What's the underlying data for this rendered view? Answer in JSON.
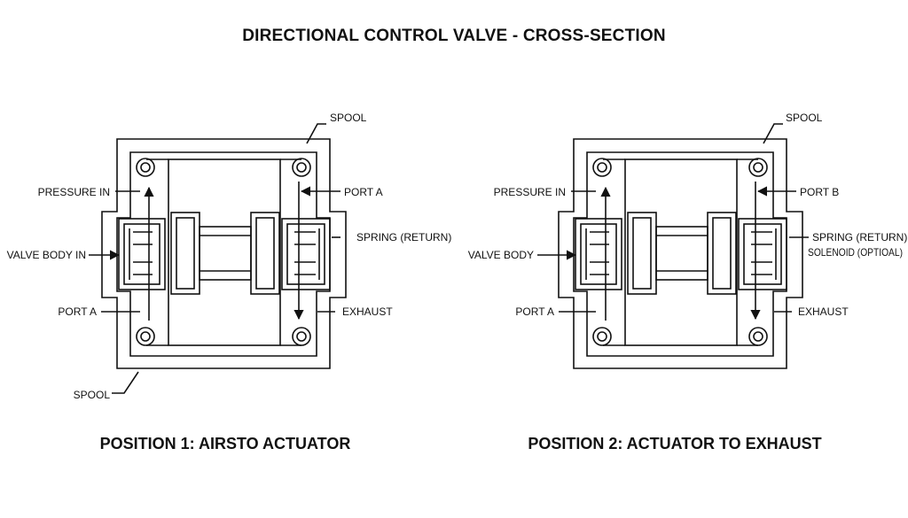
{
  "title": "DIRECTIONAL CONTROL VALVE - CROSS-SECTION",
  "diagrams": [
    {
      "caption": "POSITION 1: AIRSTO ACTUATOR",
      "labels": {
        "spool_top": "SPOOL",
        "pressure_in": "PRESSURE IN",
        "valve_body": "VALVE BODY IN",
        "port_left": "PORT A",
        "spool_bottom": "SPOOL",
        "port_right": "PORT A",
        "spring": "SPRING (RETURN)",
        "exhaust": "EXHAUST"
      }
    },
    {
      "caption": "POSITION 2: ACTUATOR TO EXHAUST",
      "labels": {
        "spool_top": "SPOOL",
        "pressure_in": "PRESSURE IN",
        "valve_body": "VALVE BODY",
        "port_left": "PORT A",
        "port_right": "PORT B",
        "spring": "SPRING (RETURN)",
        "solenoid": "SOLENOID (OPTIOAL)",
        "exhaust": "EXHAUST"
      }
    }
  ]
}
